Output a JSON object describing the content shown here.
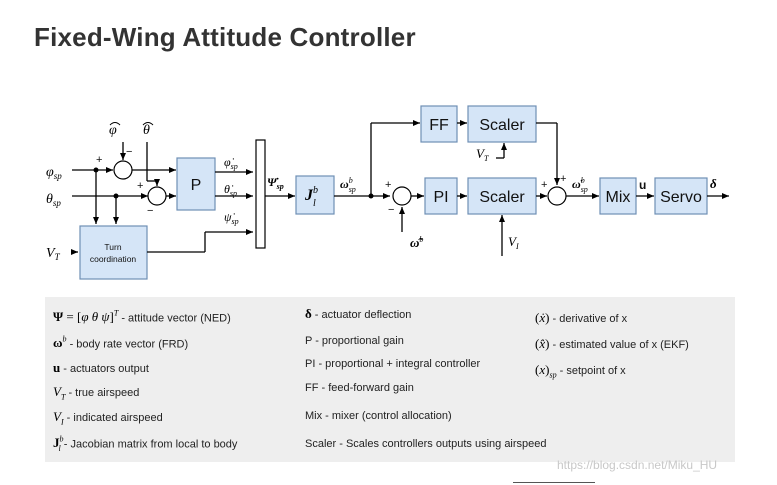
{
  "title": "Fixed-Wing Attitude Controller",
  "blocks": {
    "p": "P",
    "turn_line1": "Turn",
    "turn_line2": "coordination",
    "jacobian": "J",
    "ff": "FF",
    "scaler": "Scaler",
    "pi": "PI",
    "mix": "Mix",
    "servo": "Servo"
  },
  "signals": {
    "phi_hat": "φ̂",
    "theta_hat": "θ̂",
    "phi_sp": "φsp",
    "theta_sp": "θsp",
    "v_t": "VT",
    "phi_dot_sp": "φ̇sp",
    "theta_dot_sp": "θ̇sp",
    "psi_dot_sp": "ψ̇sp",
    "Psi_dot_sp": "Ψ̇sp",
    "omega_sp": "ωbsp",
    "omega_hat": "ω̂b",
    "omega_dot_sp": "ω̇bsp",
    "u": "u",
    "delta": "δ",
    "v_i": "VI",
    "plus": "+",
    "minus": "−"
  },
  "legend": {
    "col1": [
      {
        "sym": "Ψ = [φ θ ψ]T",
        "text": " - attitude vector (NED)"
      },
      {
        "sym": "ωb",
        "text": " - body rate vector (FRD)"
      },
      {
        "sym": "u",
        "text": " - actuators output"
      },
      {
        "sym": "VT",
        "text": " - true airspeed"
      },
      {
        "sym": "VI",
        "text": " - indicated airspeed"
      },
      {
        "sym": "Jbl",
        "text": " - Jacobian matrix from local to body"
      }
    ],
    "col2": [
      {
        "sym": "δ",
        "text": " - actuator deflection"
      },
      {
        "sym": "",
        "text": "P - proportional gain"
      },
      {
        "sym": "",
        "text": "PI - proportional + integral controller"
      },
      {
        "sym": "",
        "text": "FF - feed-forward gain"
      },
      {
        "sym": "",
        "text": "Mix - mixer (control allocation)"
      },
      {
        "sym": "",
        "text": "Scaler - Scales controllers outputs using airspeed"
      }
    ],
    "col3": [
      {
        "sym": "(ẋ)",
        "text": " - derivative of x"
      },
      {
        "sym": "(x̂)",
        "text": " - estimated value of x (EKF)"
      },
      {
        "sym": "(x)sp",
        "text": " - setpoint of x"
      }
    ]
  },
  "watermark": "https://blog.csdn.net/Miku_HU"
}
